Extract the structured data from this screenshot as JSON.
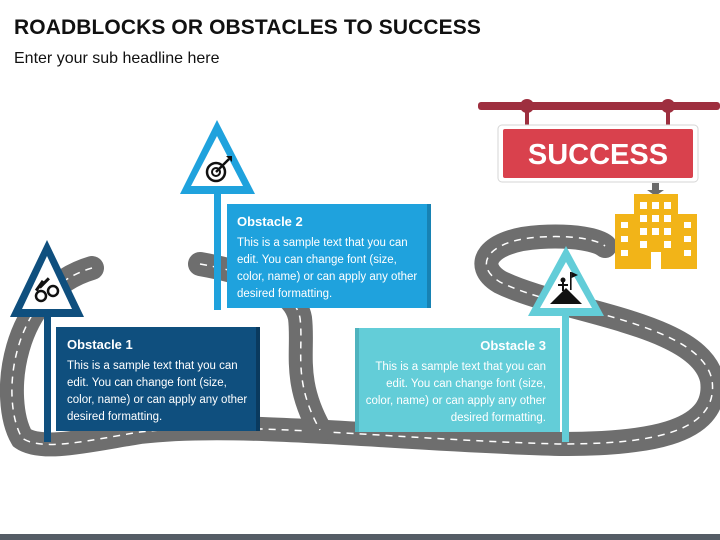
{
  "title": "ROADBLOCKS OR OBSTACLES TO SUCCESS",
  "subtitle": "Enter your sub headline here",
  "success_sign": {
    "label": "SUCCESS",
    "color": "#d9414d",
    "post_color": "#9e2f3f"
  },
  "obstacles": [
    {
      "title": "Obstacle 1",
      "text": "This is a sample text that you can edit. You can change font (size, color, name) or can apply any other desired formatting.",
      "color": "#0f4f7e",
      "icon": "keys-icon"
    },
    {
      "title": "Obstacle 2",
      "text": "This is a sample text that you can edit. You can change font (size, color, name) or can apply any other desired formatting.",
      "color": "#1fa2dd",
      "icon": "target-arrow-icon"
    },
    {
      "title": "Obstacle 3",
      "text": "This is a sample text that you can edit. You can change font (size, color, name) or can apply any other desired formatting.",
      "color": "#63cdd8",
      "icon": "summit-flag-icon"
    }
  ],
  "building_color": "#f2b418",
  "road_color": "#6e6e6e"
}
